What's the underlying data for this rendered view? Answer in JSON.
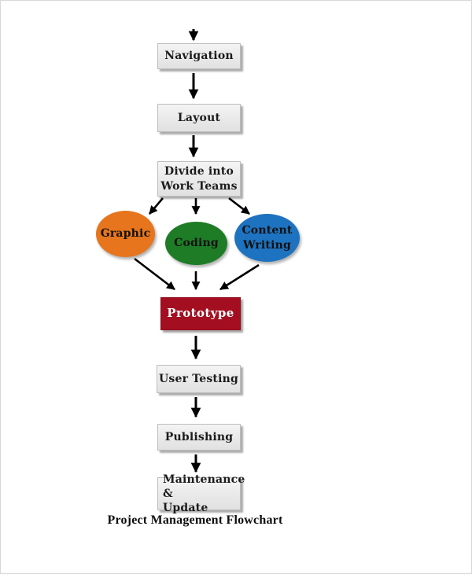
{
  "diagram": {
    "caption": "Project Management Flowchart",
    "arrow_color": "#000000",
    "nodes": {
      "navigation": {
        "label": "Navigation",
        "shape": "rect",
        "fill": "#ebebeb",
        "text_color": "#1b1b1b"
      },
      "layout": {
        "label": "Layout",
        "shape": "rect",
        "fill": "#ebebeb",
        "text_color": "#1b1b1b"
      },
      "divide": {
        "label": "Divide into\nWork Teams",
        "shape": "rect",
        "fill": "#ebebeb",
        "text_color": "#1b1b1b"
      },
      "graphic": {
        "label": "Graphic",
        "shape": "ellipse",
        "fill": "#e6751d",
        "text_color": "#111111"
      },
      "coding": {
        "label": "Coding",
        "shape": "ellipse",
        "fill": "#1e7c26",
        "text_color": "#111111"
      },
      "content_writing": {
        "label": "Content\nWriting",
        "shape": "ellipse",
        "fill": "#1e73c0",
        "text_color": "#111111"
      },
      "prototype": {
        "label": "Prototype",
        "shape": "rect",
        "fill": "#a30e20",
        "text_color": "#ffffff"
      },
      "user_testing": {
        "label": "User Testing",
        "shape": "rect",
        "fill": "#ebebeb",
        "text_color": "#1b1b1b"
      },
      "publishing": {
        "label": "Publishing",
        "shape": "rect",
        "fill": "#ebebeb",
        "text_color": "#1b1b1b"
      },
      "maintenance": {
        "label": "Maintenance &\nUpdate",
        "shape": "rect",
        "fill": "#ebebeb",
        "text_color": "#1b1b1b"
      }
    },
    "edges": [
      {
        "from": "start",
        "to": "navigation"
      },
      {
        "from": "navigation",
        "to": "layout"
      },
      {
        "from": "layout",
        "to": "divide"
      },
      {
        "from": "divide",
        "to": "graphic"
      },
      {
        "from": "divide",
        "to": "coding"
      },
      {
        "from": "divide",
        "to": "content_writing"
      },
      {
        "from": "graphic",
        "to": "prototype"
      },
      {
        "from": "coding",
        "to": "prototype"
      },
      {
        "from": "content_writing",
        "to": "prototype"
      },
      {
        "from": "prototype",
        "to": "user_testing"
      },
      {
        "from": "user_testing",
        "to": "publishing"
      },
      {
        "from": "publishing",
        "to": "maintenance"
      }
    ]
  }
}
